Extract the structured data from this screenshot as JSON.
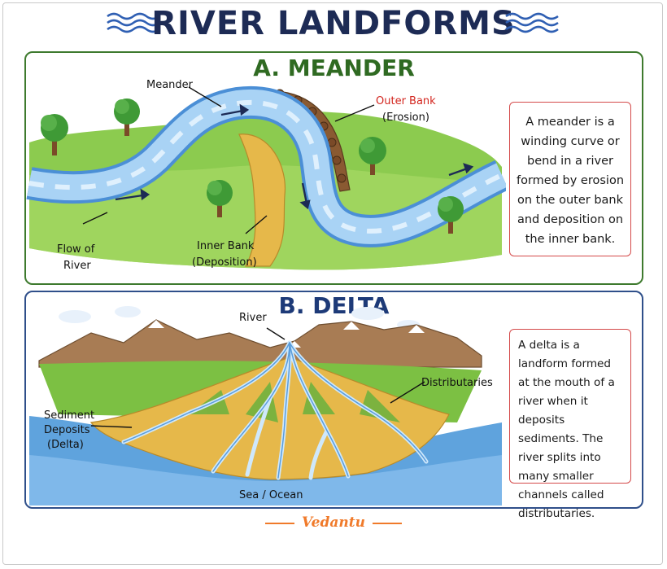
{
  "title": "RIVER LANDFORMS",
  "meander": {
    "heading": "A. MEANDER",
    "labels": {
      "meander": "Meander",
      "outer_bank": "Outer Bank",
      "erosion": "(Erosion)",
      "flow_line1": "Flow of",
      "flow_line2": "River",
      "inner_bank": "Inner Bank",
      "deposition": "(Deposition)"
    },
    "description": "A meander is a winding curve or bend in a river formed by erosion on the outer bank and deposition on the inner bank."
  },
  "delta": {
    "heading": "B. DELTA",
    "labels": {
      "river": "River",
      "distributaries": "Distributaries",
      "sediment_line1": "Sediment",
      "sediment_line2": "Deposits",
      "sediment_line3": "(Delta)",
      "sea": "Sea / Ocean"
    },
    "description": "A delta is a landform formed at the mouth of a river when it deposits sediments. The river splits into many smaller channels called distributaries."
  },
  "brand": "Vedantu",
  "colors": {
    "title": "#1d2b55",
    "meander_border": "#3e7a2e",
    "delta_border": "#2f4f8a",
    "description_border": "#d44a4a",
    "outer_bank_label": "#d3261f",
    "brand": "#f07a2a",
    "river_blue": "#7fb8ea",
    "sand": "#e6b84a",
    "grass": "#7cc043"
  }
}
